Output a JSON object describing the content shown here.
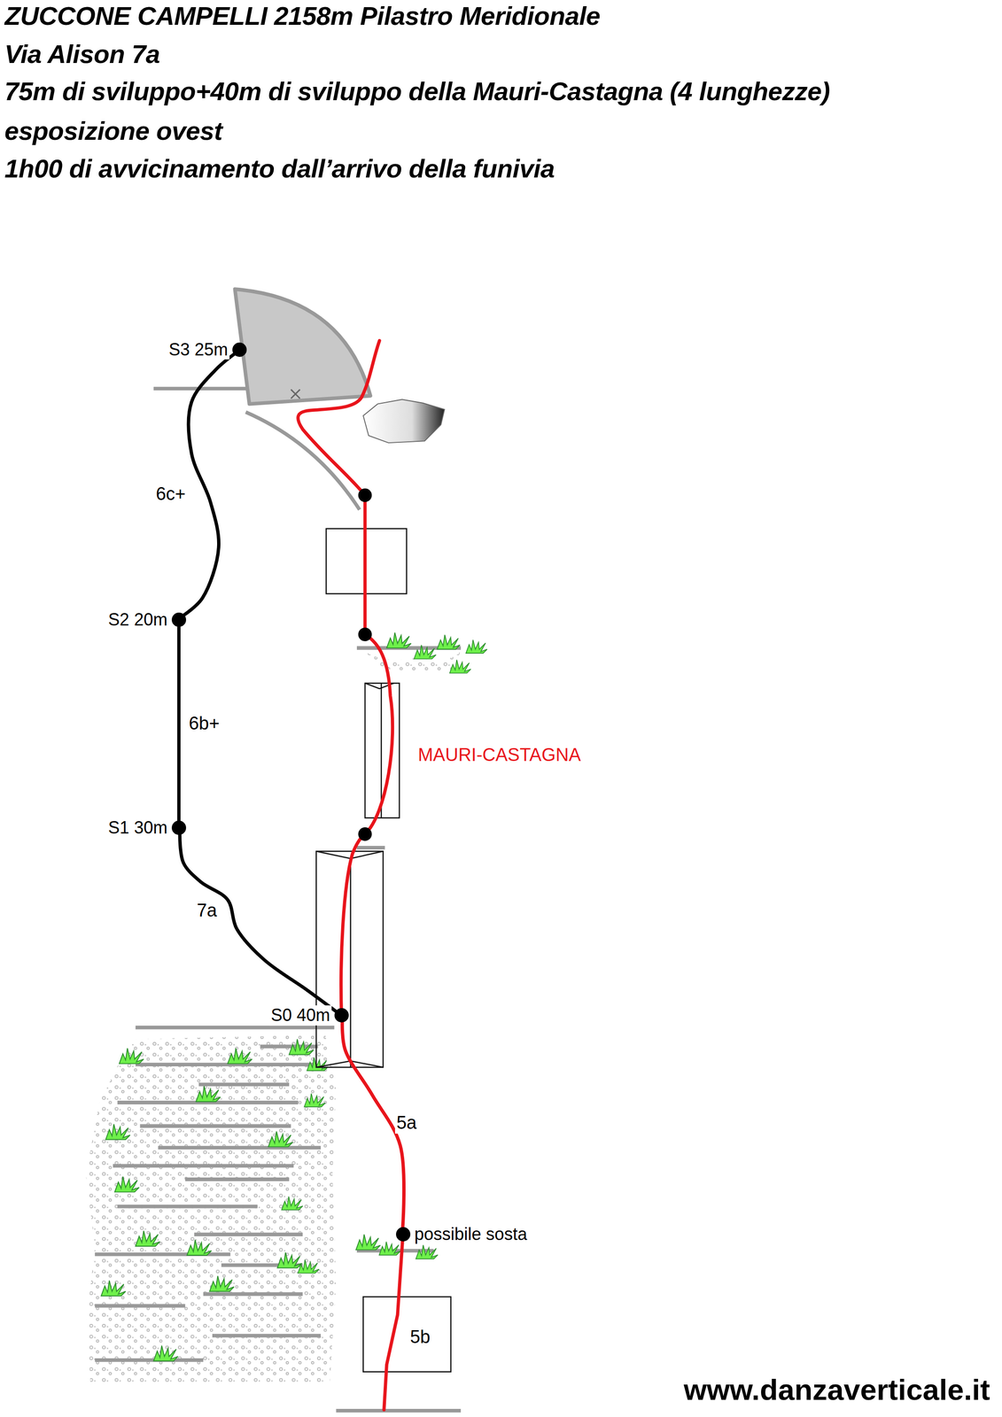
{
  "diagram": {
    "title": "ZUCCONE CAMPELLI 2158m Pilastro Meridionale",
    "nodes": [
      {
        "text": [
          "S3 25m"
        ]
      },
      {
        "text": [
          "S2 20m"
        ]
      },
      {
        "text": [
          "S1 30m"
        ]
      },
      {
        "text": [
          "S0 40m"
        ]
      },
      {
        "text": [
          "possibile sosta"
        ]
      }
    ],
    "edges": [
      {
        "from": 3,
        "to": 2,
        "label": "7a",
        "arrow": "none"
      },
      {
        "from": 2,
        "to": 1,
        "label": "6b+",
        "arrow": "none"
      },
      {
        "from": 1,
        "to": 0,
        "label": "6c+",
        "arrow": "none"
      },
      {
        "from": 4,
        "to": 3,
        "label": "5a",
        "arrow": "none"
      }
    ],
    "labels": [
      "Via Alison 7a",
      "75m di sviluppo+40m di sviluppo della Mauri-Castagna (4 lunghezze)",
      "esposizione ovest",
      "1h00 di avvicinamento dall’arrivo della funivia",
      "MAURI-CASTAGNA",
      "5b",
      "www.danzaverticale.it"
    ]
  }
}
